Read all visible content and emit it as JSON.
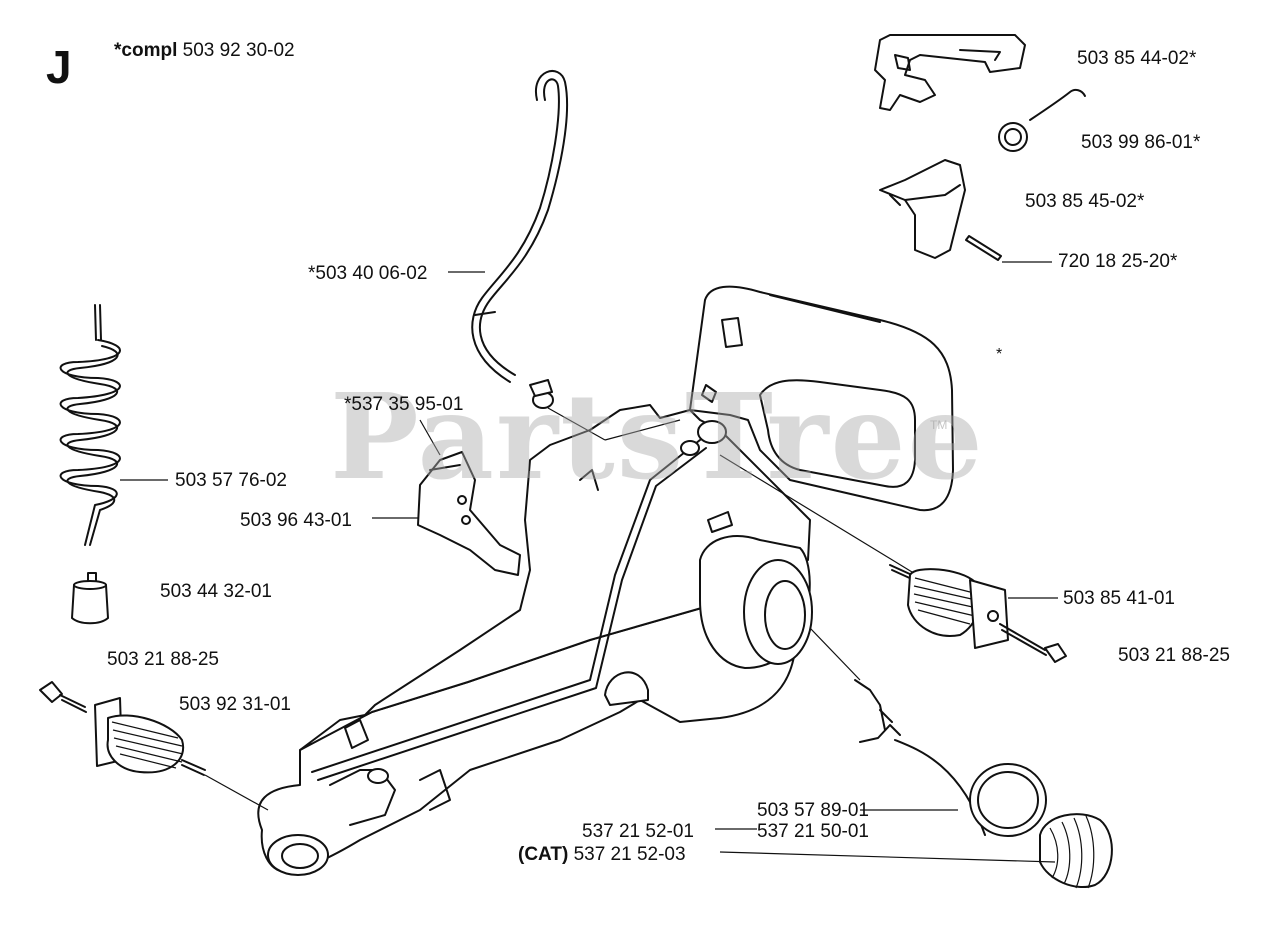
{
  "section_letter": "J",
  "watermark": "PartsTree",
  "watermark_tm": "TM",
  "asterisk_mark": "*",
  "labels": {
    "compl_prefix": "*compl",
    "compl_number": "503 92 30-02",
    "fuel_hose": "*503 40 06-02",
    "spring_top": "503 85 44-02*",
    "clip": "503 99 86-01*",
    "throttle_lever": "503 85 45-02*",
    "pin": "720 18 25-20*",
    "kit_537": "*537 35 95-01",
    "hose_spiral": "503 57 76-02",
    "guard": "503 96 43-01",
    "fuel_filter": "503 44 32-01",
    "screw_left": "503 21 88-25",
    "av_left": "503 92 31-01",
    "av_right": "503 85 41-01",
    "screw_right": "503 21 88-25",
    "cap_seal": "503 57 89-01",
    "cap_537_a": "537 21 52-01",
    "cap_537_b": "537 21 50-01",
    "cat_prefix": "(CAT)",
    "cap_cat": "537 21 52-03"
  }
}
